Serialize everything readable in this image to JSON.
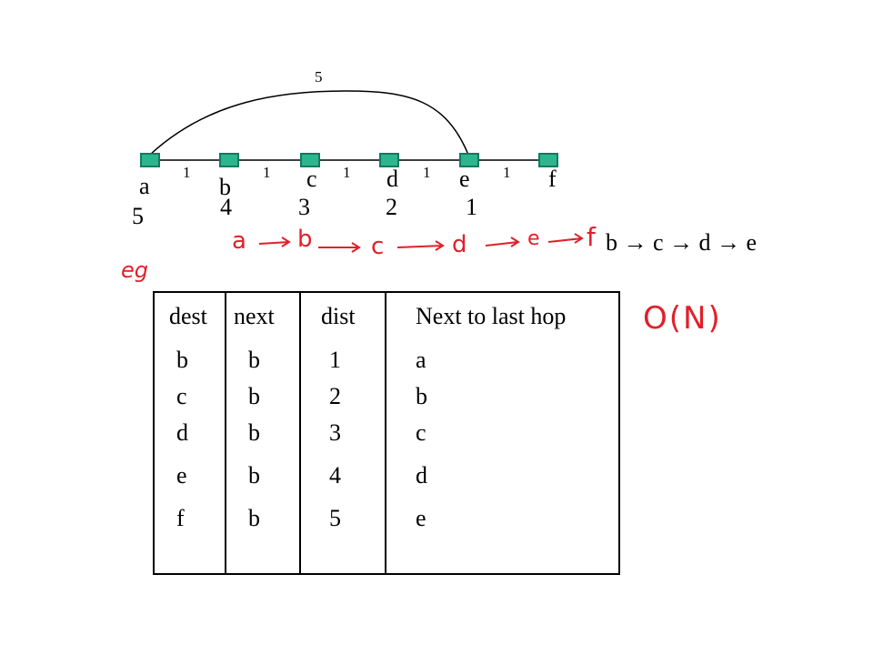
{
  "graph": {
    "nodes": [
      {
        "label": "a",
        "dist": "5"
      },
      {
        "label": "b",
        "dist": "4"
      },
      {
        "label": "c",
        "dist": "3"
      },
      {
        "label": "d",
        "dist": "2"
      },
      {
        "label": "e",
        "dist": "1"
      },
      {
        "label": "f",
        "dist": ""
      }
    ],
    "edge_weights": [
      "1",
      "1",
      "1",
      "1",
      "1"
    ],
    "arc_weight": "5",
    "node_color": "#2fb58d"
  },
  "path_text": "b → c → d → e",
  "handwriting": {
    "path": [
      "a",
      "b",
      "c",
      "d",
      "e",
      "f"
    ],
    "complexity": "O(N)",
    "eg": "eg"
  },
  "table": {
    "headers": [
      "dest",
      "next",
      "dist",
      "Next to last hop"
    ],
    "rows": [
      [
        "b",
        "b",
        "1",
        "a"
      ],
      [
        "c",
        "b",
        "2",
        "b"
      ],
      [
        "d",
        "b",
        "3",
        "c"
      ],
      [
        "e",
        "b",
        "4",
        "d"
      ],
      [
        "f",
        "b",
        "5",
        "e"
      ]
    ]
  },
  "ink_color": "#e0202a"
}
